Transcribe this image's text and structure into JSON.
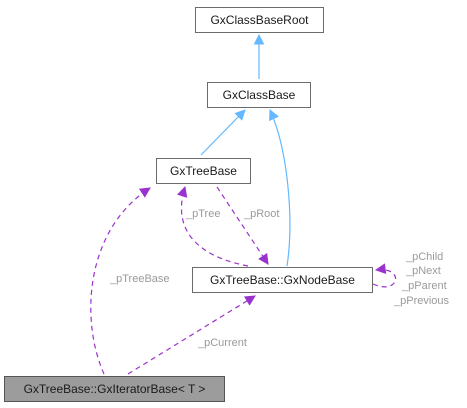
{
  "nodes": {
    "root": "GxClassBaseRoot",
    "class_base": "GxClassBase",
    "tree_base": "GxTreeBase",
    "node_base": "GxTreeBase::GxNodeBase",
    "iterator_base": "GxTreeBase::GxIteratorBase< T >"
  },
  "edge_labels": {
    "p_tree": "_pTree",
    "p_root": "_pRoot",
    "p_tree_base": "_pTreeBase",
    "p_current": "_pCurrent",
    "p_child": "_pChild",
    "p_next": "_pNext",
    "p_parent": "_pParent",
    "p_previous": "_pPrevious"
  },
  "colors": {
    "inheritance_arrow": "#63b8ff",
    "usage_arrow": "#9a32cd",
    "node_border": "#6b6b6b",
    "focus_fill": "#9c9c9c",
    "label_text": "#9a9a9a"
  }
}
